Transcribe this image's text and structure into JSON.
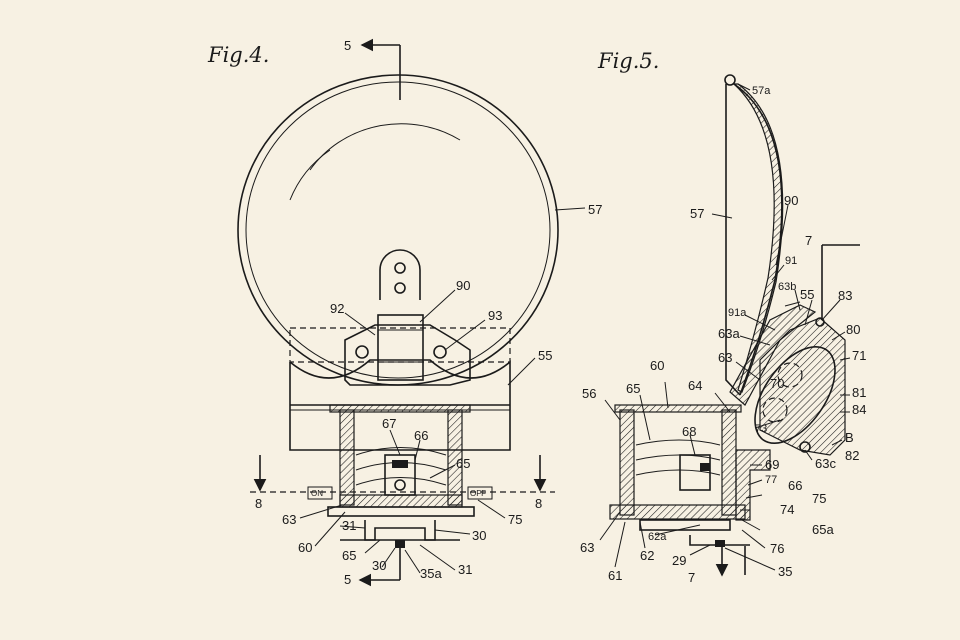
{
  "figures": {
    "fig4_title": "Fig.4.",
    "fig5_title": "Fig.5."
  },
  "section_marks": {
    "s5_top": "5",
    "s5_bottom": "5",
    "s8_left": "8",
    "s8_right": "8",
    "s7_top": "7",
    "s7_bottom": "7"
  },
  "switch_labels": {
    "on": "ON",
    "off": "OFF"
  },
  "fig4_refs": {
    "r57": "57",
    "r90": "90",
    "r92": "92",
    "r93": "93",
    "r55": "55",
    "r67": "67",
    "r66": "66",
    "r65a": "65",
    "r63": "63",
    "r60": "60",
    "r31a": "31",
    "r65b": "65",
    "r30a": "30",
    "r30b": "30",
    "r35a": "35a",
    "r31b": "31",
    "r75": "75"
  },
  "fig5_refs": {
    "r57a": "57a",
    "r57": "57",
    "r90": "90",
    "r91": "91",
    "r63b": "63b",
    "r55": "55",
    "r83": "83",
    "r91a": "91a",
    "r80": "80",
    "r63a": "63a",
    "r71": "71",
    "r63": "63",
    "r70": "70",
    "r60": "60",
    "r64": "64",
    "r81": "81",
    "r56": "56",
    "r65": "65",
    "r84": "84",
    "r68": "68",
    "r73": "73",
    "rB": "B",
    "r82": "82",
    "r63c": "63c",
    "r69": "69",
    "r77": "77",
    "r66": "66",
    "r75": "75",
    "r74": "74",
    "r65a": "65a",
    "r62a": "62a",
    "r63l": "63",
    "r62": "62",
    "r76": "76",
    "r61": "61",
    "r29": "29",
    "r35": "35"
  },
  "colors": {
    "paper": "#f7f1e3",
    "ink": "#1b1b1b"
  }
}
